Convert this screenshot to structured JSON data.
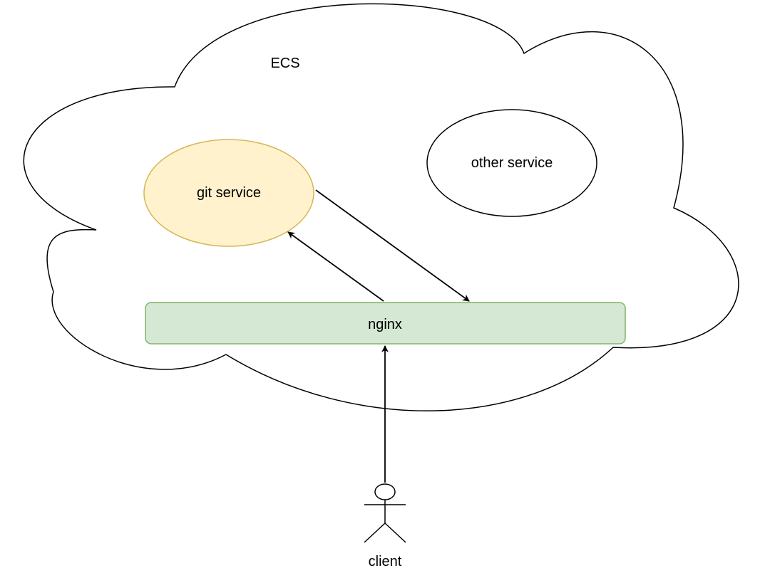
{
  "diagram": {
    "cloud": {
      "label": "ECS",
      "fill": "#ffffff",
      "stroke": "#000000"
    },
    "nodes": {
      "git_service": {
        "label": "git service",
        "fill": "#fff2cc",
        "stroke": "#d6b656"
      },
      "other_service": {
        "label": "other service",
        "fill": "#ffffff",
        "stroke": "#000000"
      },
      "nginx": {
        "label": "nginx",
        "fill": "#d5e8d4",
        "stroke": "#82b366"
      },
      "client": {
        "label": "client",
        "stroke": "#000000"
      }
    },
    "edges": [
      {
        "from": "nginx",
        "to": "git service"
      },
      {
        "from": "git service",
        "to": "nginx"
      },
      {
        "from": "client",
        "to": "nginx"
      }
    ]
  }
}
